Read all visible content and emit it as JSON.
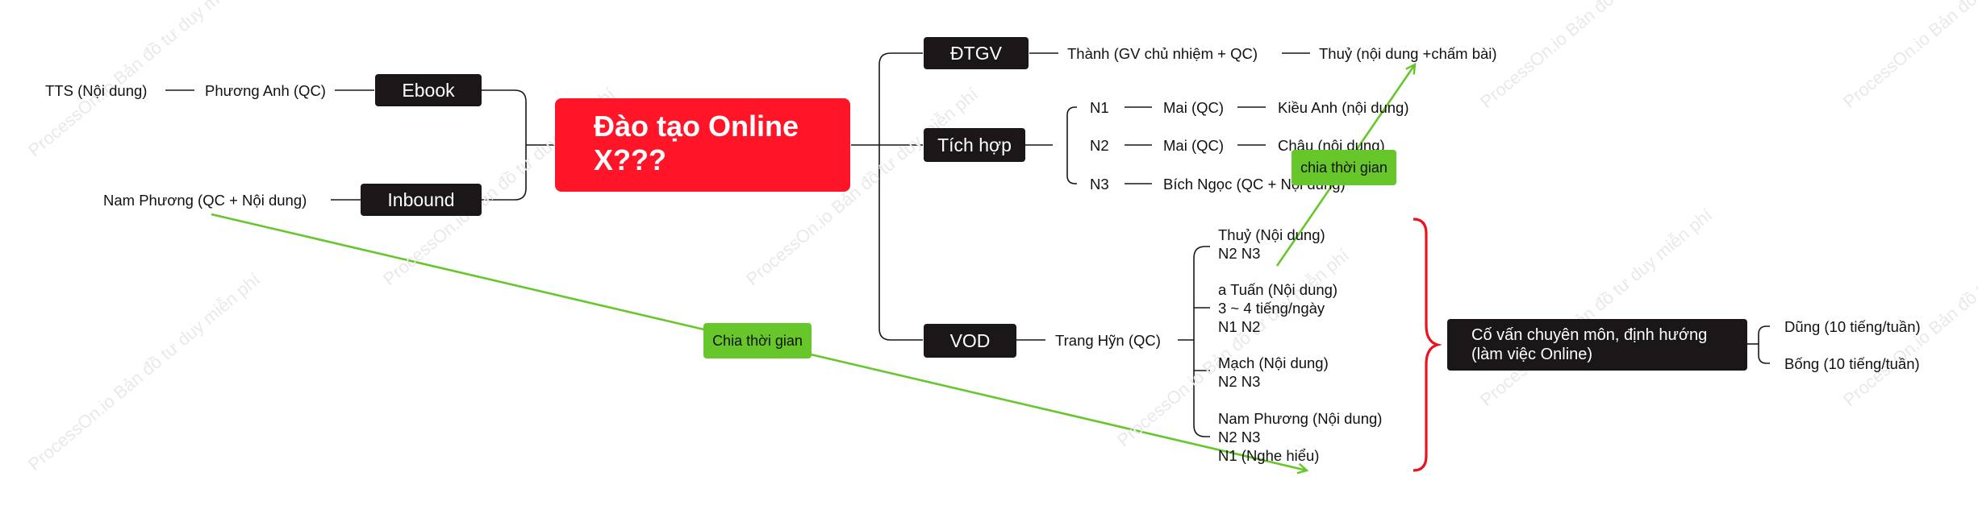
{
  "watermark": "ProcessOn.io Bản đồ tư duy miễn phí",
  "central": {
    "line1": "Đào tạo Online",
    "line2": "X???"
  },
  "left": {
    "ebook": {
      "label": "Ebook",
      "person1": "Phương Anh (QC)",
      "person2": "TTS (Nội dung)"
    },
    "inbound": {
      "label": "Inbound",
      "person": "Nam Phương (QC + Nội dung)"
    }
  },
  "right": {
    "dtgv": {
      "label": "ĐTGV",
      "person1": "Thành (GV chủ nhiệm + QC)",
      "person2": "Thuỷ (nội dung +chấm bài)"
    },
    "tichhop": {
      "label": "Tích hợp",
      "levels": [
        {
          "level": "N1",
          "qc": "Mai (QC)",
          "content": "Kiều Anh (nội dung)"
        },
        {
          "level": "N2",
          "qc": "Mai (QC)",
          "content": "Châu (nội dung)"
        },
        {
          "level": "N3",
          "combined": "Bích Ngọc (QC + Nội dung)"
        }
      ]
    },
    "vod": {
      "label": "VOD",
      "qc": "Trang Hỹn (QC)",
      "members": [
        {
          "lines": [
            "Thuỷ (Nội dung)",
            "N2 N3"
          ]
        },
        {
          "lines": [
            "a Tuấn (Nội dung)",
            "3 ~ 4 tiếng/ngày",
            "N1 N2"
          ]
        },
        {
          "lines": [
            "Mạch (Nội dung)",
            "N2 N3"
          ]
        },
        {
          "lines": [
            "Nam Phương (Nội dung)",
            "N2 N3",
            "N1 (Nghe hiểu)"
          ]
        }
      ]
    },
    "advisor": {
      "line1": "Cố vấn chuyên môn, định hướng",
      "line2": "(làm việc Online)",
      "people": [
        "Dũng (10 tiếng/tuần)",
        "Bống (10 tiếng/tuần)"
      ]
    }
  },
  "callouts": {
    "time_share_1": "Chia thời gian",
    "time_share_2": "chia thời gian"
  },
  "colors": {
    "central": "#ff1428",
    "node": "#1b1718",
    "callout": "#66c62a",
    "arrow": "#66c62a",
    "brace": "#e8141f",
    "line": "#1b1718"
  }
}
